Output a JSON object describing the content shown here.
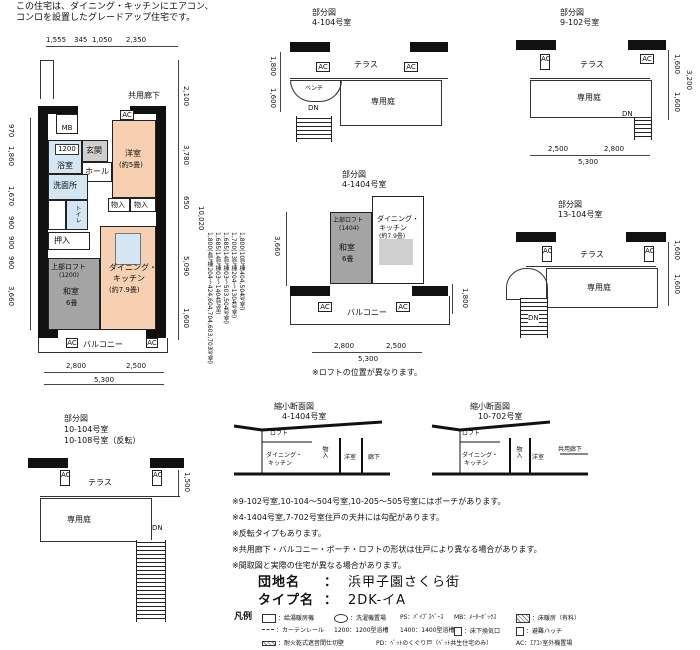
{
  "intro": {
    "line1": "この住宅は、ダイニング・キッチンにエアコン、",
    "line2": "コンロを設置したグレードアップ住宅です。"
  },
  "main_plan": {
    "top_dims": [
      "1,555",
      "345",
      "1,050",
      "2,350"
    ],
    "corridor_label": "共用廊下",
    "right_dims": [
      "2,100",
      "3,780",
      "650",
      "10,020",
      "5,090",
      "1,600"
    ],
    "left_dims": [
      "970",
      "1,860",
      "1,670",
      "960",
      "900",
      "960",
      "3,660"
    ],
    "rooms": {
      "mb": "MB",
      "ac": "AC",
      "bath_size": "1200",
      "bath": "浴室",
      "entrance": "玄関",
      "hall": "ホール",
      "washroom": "洗面所",
      "toilet": "トイレ",
      "western": "洋室",
      "western_size": "(約5畳)",
      "storage1": "物入",
      "storage2": "物入",
      "oshiire": "押入",
      "loft": "上部ロフト",
      "loft_size": "(1200)",
      "washitsu": "和室",
      "washitsu_size": "6畳",
      "dk": "ダイニング・",
      "dk2": "キッチン",
      "dk_size": "(約7.9畳)",
      "balcony": "バルコニー",
      "ac_bottom1": "AC",
      "ac_bottom2": "AC"
    },
    "bottom_dims": [
      "2,800",
      "2,500",
      "5,300"
    ],
    "side_notes": [
      "1,800(4号棟204～424,604,704,603,703号室)",
      "1,685(14号棟03～1404号室)",
      "1,685(14号棟03～503,504号室)",
      "1,700(13号棟204～1304号室)",
      "1,800(10号棟404,504号室)"
    ]
  },
  "partial_4104": {
    "title1": "部分図",
    "title2": "4-104号室",
    "terrace": "テラス",
    "garden": "専用庭",
    "bench": "ベンチ",
    "dn": "DN",
    "ac1": "AC",
    "ac2": "AC",
    "dims": [
      "1,800",
      "1,600"
    ]
  },
  "partial_9102": {
    "title1": "部分図",
    "title2": "9-102号室",
    "terrace": "テラス",
    "garden": "専用庭",
    "dn": "DN",
    "ac1": "AC",
    "ac2": "AC",
    "dims": [
      "1,600",
      "3,200",
      "1,600"
    ],
    "bottom_dims": [
      "2,500",
      "2,800",
      "5,300"
    ]
  },
  "partial_41404": {
    "title1": "部分図",
    "title2": "4-1404号室",
    "loft": "上部ロフト",
    "loft_size": "(1404)",
    "dk": "ダイニング・",
    "dk2": "キッチン",
    "dk_size": "(約7.9畳)",
    "washitsu": "和室",
    "washitsu_size": "6畳",
    "balcony": "バルコニー",
    "ac1": "AC",
    "ac2": "AC",
    "left_dim": "3,660",
    "right_dim": "1,800",
    "bottom_dims": [
      "2,800",
      "2,500",
      "5,300"
    ],
    "note": "※ロフトの位置が異なります。"
  },
  "partial_13104": {
    "title1": "部分図",
    "title2": "13-104号室",
    "terrace": "テラス",
    "garden": "専用庭",
    "dn": "DN",
    "ac1": "AC",
    "ac2": "AC",
    "dims": [
      "1,600",
      "1,600"
    ]
  },
  "partial_10104": {
    "title1": "部分図",
    "title2": "10-104号室",
    "title3": "10-108号室（反転）",
    "terrace": "テラス",
    "garden": "専用庭",
    "dn": "DN",
    "ac1": "AC",
    "ac2": "AC",
    "dim": "1,500"
  },
  "section_41404": {
    "title1": "縮小断面図",
    "title2": "4-1404号室",
    "loft": "ロフト",
    "dk": "ダイニング・",
    "dk2": "キッチン",
    "western": "洋室",
    "storage": "物入",
    "corridor": "廊下"
  },
  "section_10702": {
    "title1": "縮小断面図",
    "title2": "10-702号室",
    "loft": "ロフト",
    "dk": "ダイニング・",
    "dk2": "キッチン",
    "western": "洋室",
    "storage": "物入",
    "corridor": "共用廊下"
  },
  "notes": [
    "※9-102号室,10-104～504号室,10-205～505号室にはポーチがあります。",
    "※4-1404号室,7-702号室住戸の天井には勾配があります。",
    "※反転タイプもあります。",
    "※共用廊下・バルコニー・ポーチ・ロフトの形状は住戸により異なる場合があります。",
    "※間取図と実際の住宅が異なる場合があります。"
  ],
  "info": {
    "estate_label": "団地名",
    "estate_colon": "：",
    "estate_value": "浜甲子園さくら街",
    "type_label": "タイプ名",
    "type_colon": "：",
    "type_value": "2DK-イA"
  },
  "legend": {
    "title": "凡例",
    "items_row1": [
      "：給湯暖房機",
      "：洗濯機置場",
      "PS：ﾊﾟｲﾌﾟｽﾍﾟｰｽ",
      "MB：ﾒｰﾀｰﾎﾞｯｸｽ",
      "：床暖房（有料）"
    ],
    "items_row2": [
      "：カーテンレール",
      "1200：1200型浴槽",
      "1400：1400型浴槽",
      "：床下換気口",
      "：避難ハッチ"
    ],
    "items_row3": [
      "：耐火乾式遮音間仕切壁",
      "PD：ﾍﾟｯﾄのくぐり戸（ﾍﾟｯﾄ共生住宅のみ）",
      "AC：ｴｱｺﾝ室外機置場"
    ]
  }
}
